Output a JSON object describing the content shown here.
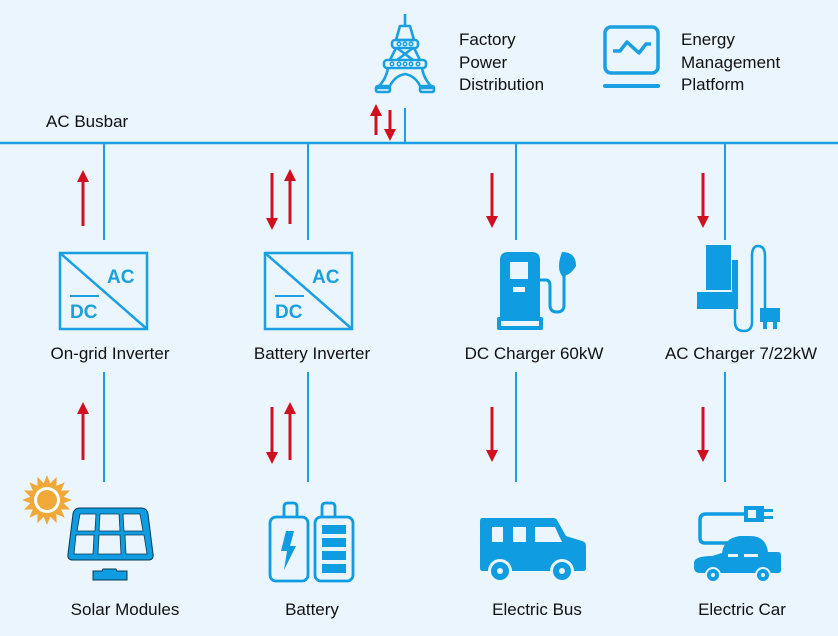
{
  "title": "AC Busbar Energy Flow Diagram",
  "colors": {
    "background": "#eaf5fd",
    "line_blue": "#1aa0e0",
    "icon_blue": "#0f9ce0",
    "arrow_red": "#d0101f",
    "sun_orange": "#f0a838",
    "text": "#111111"
  },
  "busbar": {
    "label": "AC Busbar"
  },
  "grid": {
    "icon": "transmission-tower-icon",
    "label_lines": [
      "Factory",
      "Power",
      "Distribution"
    ],
    "flow": "bidirectional"
  },
  "ems": {
    "icon": "monitor-chart-icon",
    "label_lines": [
      "Energy",
      "Management",
      "Platform"
    ]
  },
  "branches": [
    {
      "id": "solar",
      "device": {
        "label": "On-grid Inverter",
        "icon": "ac-dc-inverter-icon",
        "ac_text": "AC",
        "dc_text": "DC"
      },
      "source": {
        "label": "Solar Modules",
        "icon": "solar-panel-icon"
      },
      "upper_flow": "up",
      "lower_flow": "up"
    },
    {
      "id": "battery",
      "device": {
        "label": "Battery Inverter",
        "icon": "ac-dc-inverter-icon",
        "ac_text": "AC",
        "dc_text": "DC"
      },
      "source": {
        "label": "Battery",
        "icon": "battery-icon"
      },
      "upper_flow": "bidirectional",
      "lower_flow": "bidirectional"
    },
    {
      "id": "dc-charger",
      "device": {
        "label": "DC Charger 60kW",
        "icon": "charging-station-icon"
      },
      "source": {
        "label": "Electric Bus",
        "icon": "bus-icon"
      },
      "upper_flow": "down",
      "lower_flow": "down"
    },
    {
      "id": "ac-charger",
      "device": {
        "label": "AC Charger 7/22kW",
        "icon": "wallbox-charger-icon"
      },
      "source": {
        "label": "Electric Car",
        "icon": "electric-car-icon"
      },
      "upper_flow": "down",
      "lower_flow": "down"
    }
  ]
}
